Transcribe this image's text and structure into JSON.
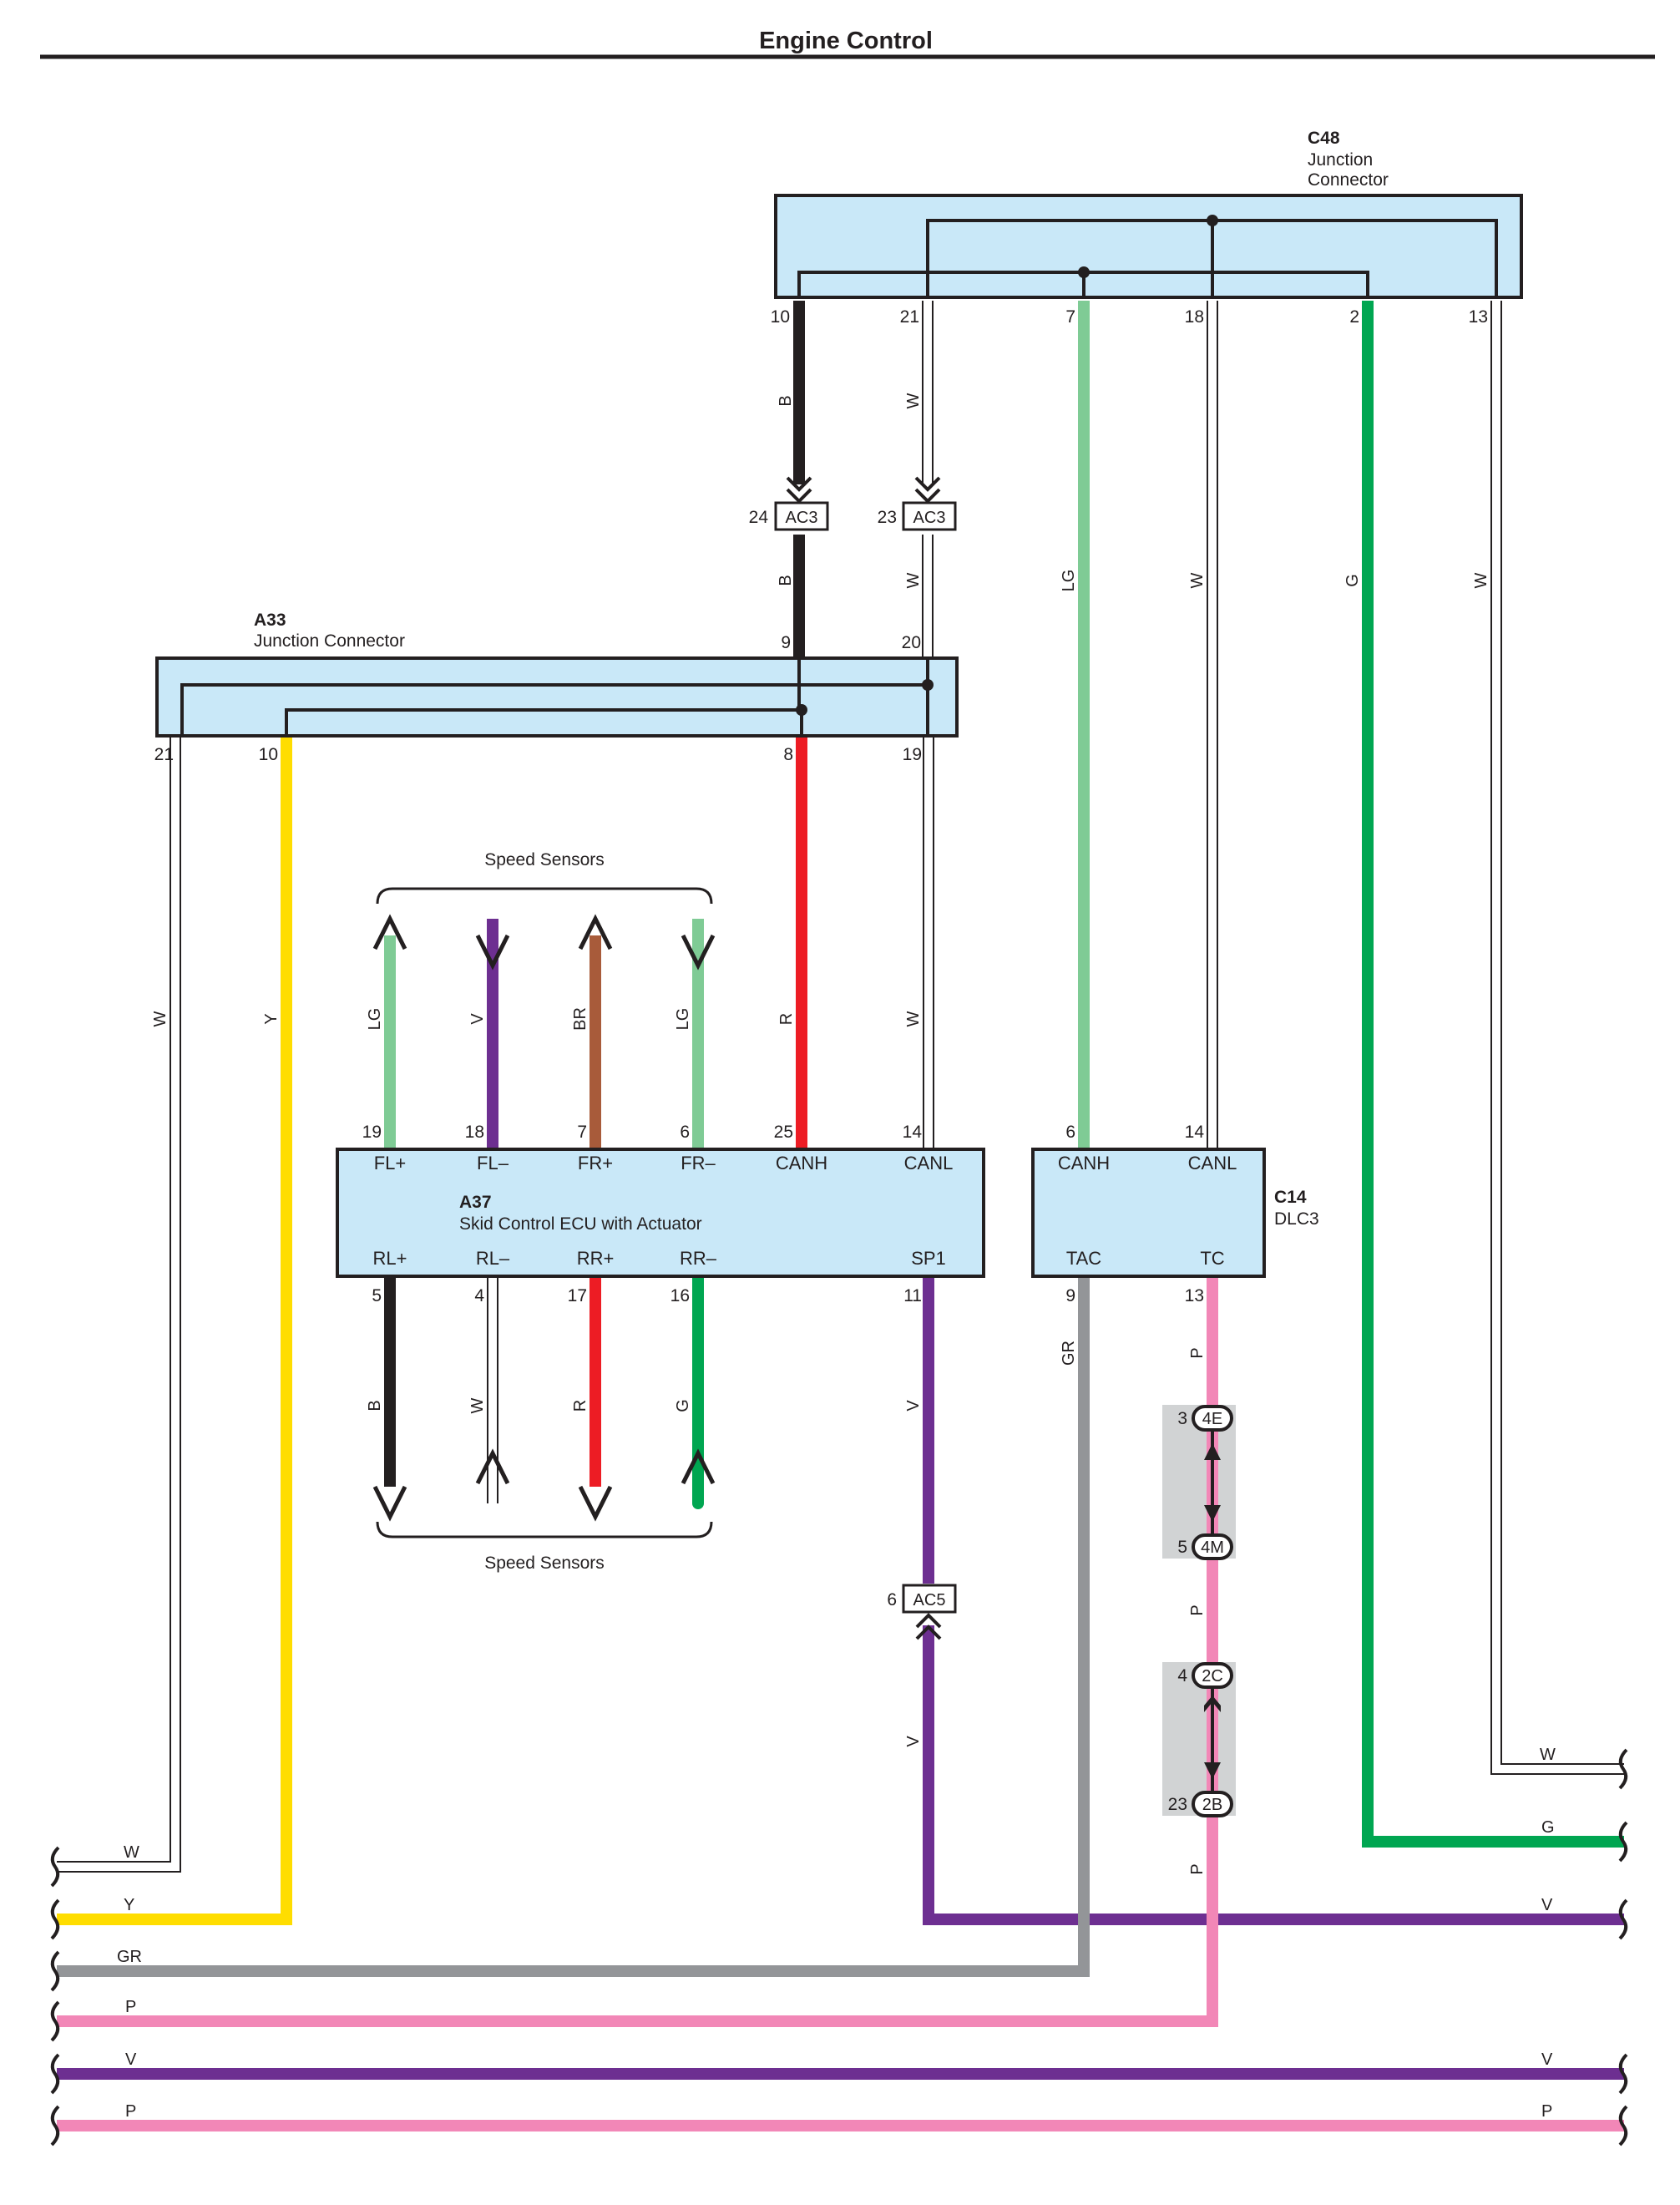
{
  "title": "Engine Control",
  "colors": {
    "B": "#231f20",
    "W": "#ffffff",
    "LG": "#7fcb95",
    "G": "#00a651",
    "Y": "#ffdd00",
    "R": "#ed1c24",
    "V": "#6d2f91",
    "BR": "#a85b3a",
    "GR": "#939598",
    "P": "#f287b7",
    "box": "#c9e8f8"
  },
  "connectors": {
    "c48": {
      "id": "C48",
      "line1": "Junction",
      "line2": "Connector",
      "pins": {
        "p10": "10",
        "p21": "21",
        "p7": "7",
        "p18": "18",
        "p2": "2",
        "p13": "13"
      }
    },
    "a33": {
      "id": "A33",
      "name": "Junction Connector",
      "pins": {
        "p9": "9",
        "p20": "20",
        "p21": "21",
        "p10": "10",
        "p8": "8",
        "p19": "19"
      }
    },
    "a37": {
      "id": "A37",
      "name": "Skid Control ECU with Actuator",
      "top_pins": [
        "19",
        "18",
        "7",
        "6",
        "25",
        "14"
      ],
      "top_signals": [
        "FL+",
        "FL–",
        "FR+",
        "FR–",
        "CANH",
        "CANL"
      ],
      "bottom_pins": [
        "5",
        "4",
        "17",
        "16",
        "11"
      ],
      "bottom_signals": [
        "RL+",
        "RL–",
        "RR+",
        "RR–",
        "SP1"
      ]
    },
    "c14": {
      "id": "C14",
      "name": "DLC3",
      "top_pins": [
        "6",
        "14"
      ],
      "top_signals": [
        "CANH",
        "CANL"
      ],
      "bottom_pins": [
        "9",
        "13"
      ],
      "bottom_signals": [
        "TAC",
        "TC"
      ]
    }
  },
  "inline_connectors": {
    "ac3_24": {
      "code": "AC3",
      "pin": "24"
    },
    "ac3_23": {
      "code": "AC3",
      "pin": "23"
    },
    "ac5_6": {
      "code": "AC5",
      "pin": "6"
    },
    "c4e": {
      "code": "4E",
      "pin": "3"
    },
    "c4m": {
      "code": "4M",
      "pin": "5"
    },
    "c2c": {
      "code": "2C",
      "pin": "4"
    },
    "c2b": {
      "code": "2B",
      "pin": "23"
    }
  },
  "speed_sensors_label": "Speed Sensors",
  "wire_codes": {
    "b1": "B",
    "w1": "W",
    "b2": "B",
    "w2": "W",
    "lg1": "LG",
    "w3": "W",
    "g1": "G",
    "w4": "W",
    "w5": "W",
    "y1": "Y",
    "lg2": "LG",
    "v1": "V",
    "br1": "BR",
    "lg3": "LG",
    "r1": "R",
    "w6": "W",
    "b3": "B",
    "w7": "W",
    "r2": "R",
    "g2": "G",
    "v2": "V",
    "gr1": "GR",
    "p1": "P",
    "p2": "P",
    "v3": "V",
    "p3": "P"
  },
  "edge_labels": {
    "left": [
      "W",
      "Y",
      "GR",
      "P",
      "V",
      "P"
    ],
    "right": [
      "W",
      "G",
      "V",
      "V",
      "P"
    ]
  }
}
